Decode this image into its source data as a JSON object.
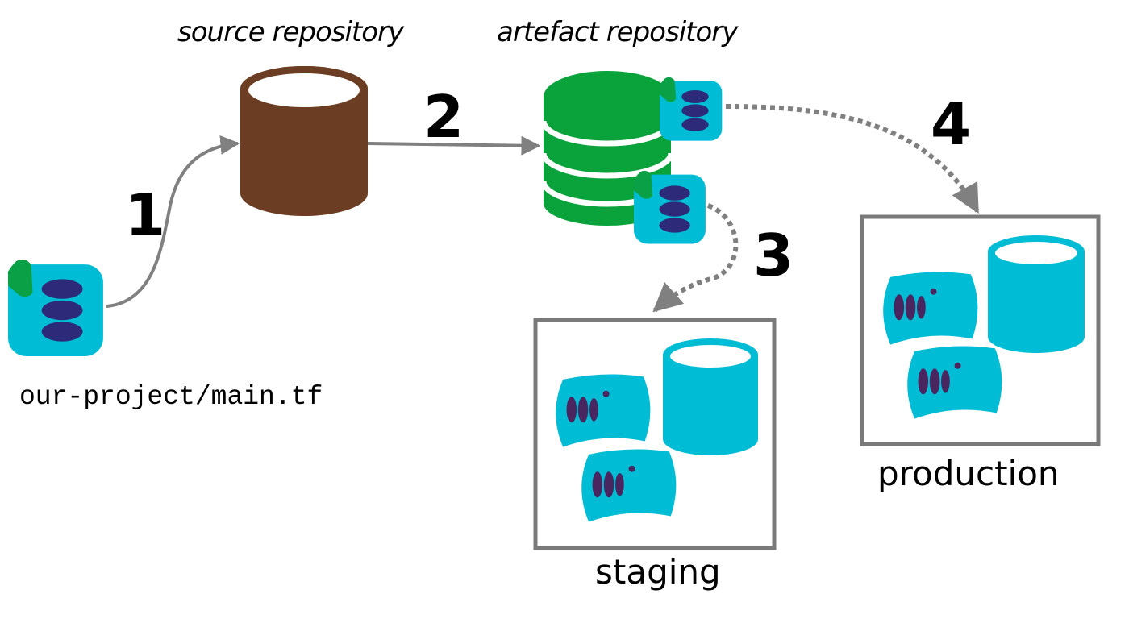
{
  "diagram": {
    "title_labels": {
      "source_repository": "source repository",
      "artefact_repository": "artefact repository"
    },
    "steps": [
      "1",
      "2",
      "3",
      "4"
    ],
    "file_label": "our-project/main.tf",
    "environments": {
      "staging": "staging",
      "production": "production"
    },
    "nodes": [
      {
        "id": "terraform-module",
        "icon": "module-icon",
        "label": "our-project/main.tf"
      },
      {
        "id": "source-repository",
        "icon": "database-cylinder-icon",
        "label": "source repository"
      },
      {
        "id": "artefact-repository",
        "icon": "stacked-database-icon",
        "label": "artefact repository"
      },
      {
        "id": "staging-environment",
        "icon": "environment-box",
        "label": "staging"
      },
      {
        "id": "production-environment",
        "icon": "environment-box",
        "label": "production"
      }
    ],
    "edges": [
      {
        "from": "terraform-module",
        "to": "source-repository",
        "step": "1",
        "style": "solid"
      },
      {
        "from": "source-repository",
        "to": "artefact-repository",
        "step": "2",
        "style": "solid"
      },
      {
        "from": "artefact-repository",
        "to": "staging-environment",
        "step": "3",
        "style": "dotted"
      },
      {
        "from": "artefact-repository",
        "to": "production-environment",
        "step": "4",
        "style": "dotted"
      }
    ],
    "colors": {
      "module_bg": "#00bcd4",
      "module_bars": "#2e2a7a",
      "module_flag": "#0aa146",
      "source_repo": "#6b3d22",
      "artefact_repo": "#0aa33b",
      "env_shapes": "#00bcd4",
      "env_dots": "#4a2660",
      "arrow": "#808080",
      "box_border": "#7a7a7a"
    }
  }
}
